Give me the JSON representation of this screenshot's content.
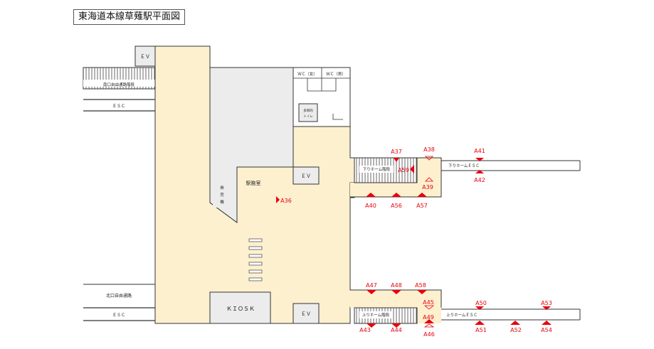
{
  "title": "東海道本線草薙駅平面図",
  "rooms": {
    "ev_top": "ＥＶ",
    "ev_mid": "ＥＶ",
    "ev_bottom": "ＥＶ",
    "wc_female": "ＷＣ（女）",
    "wc_male": "ＷＣ（男）",
    "multi_toilet_1": "多目的",
    "multi_toilet_2": "トイレ",
    "station_office": "駅務室",
    "ticket_1": "券",
    "ticket_2": "売",
    "ticket_3": "機",
    "kiosk": "ＫＩＯＳＫ"
  },
  "passages": {
    "south_stairs": "南口自由通路階段",
    "south_esc": "ＥＳＣ",
    "north_passage": "北口自由通路",
    "north_esc": "ＥＳＣ",
    "down_stairs": "下りホーム階段",
    "down_esc": "下りホームＥＳＣ",
    "up_stairs": "上りホーム階段",
    "up_esc": "上りホームＥＳＣ"
  },
  "markers": {
    "A36": "A36",
    "A37": "A37",
    "A38": "A38",
    "A39": "A39",
    "A40": "A40",
    "A41": "A41",
    "A42": "A42",
    "A43": "A43",
    "A44": "A44",
    "A45": "A45",
    "A46": "A46",
    "A47": "A47",
    "A48": "A48",
    "A49": "A49",
    "A50": "A50",
    "A51": "A51",
    "A52": "A52",
    "A53": "A53",
    "A54": "A54",
    "A56": "A56",
    "A57": "A57",
    "A58": "A58",
    "A59": "A59"
  },
  "colors": {
    "concourse": "#fdf0cf",
    "room": "#ececec",
    "marker": "#e8000b",
    "line": "#333333"
  }
}
